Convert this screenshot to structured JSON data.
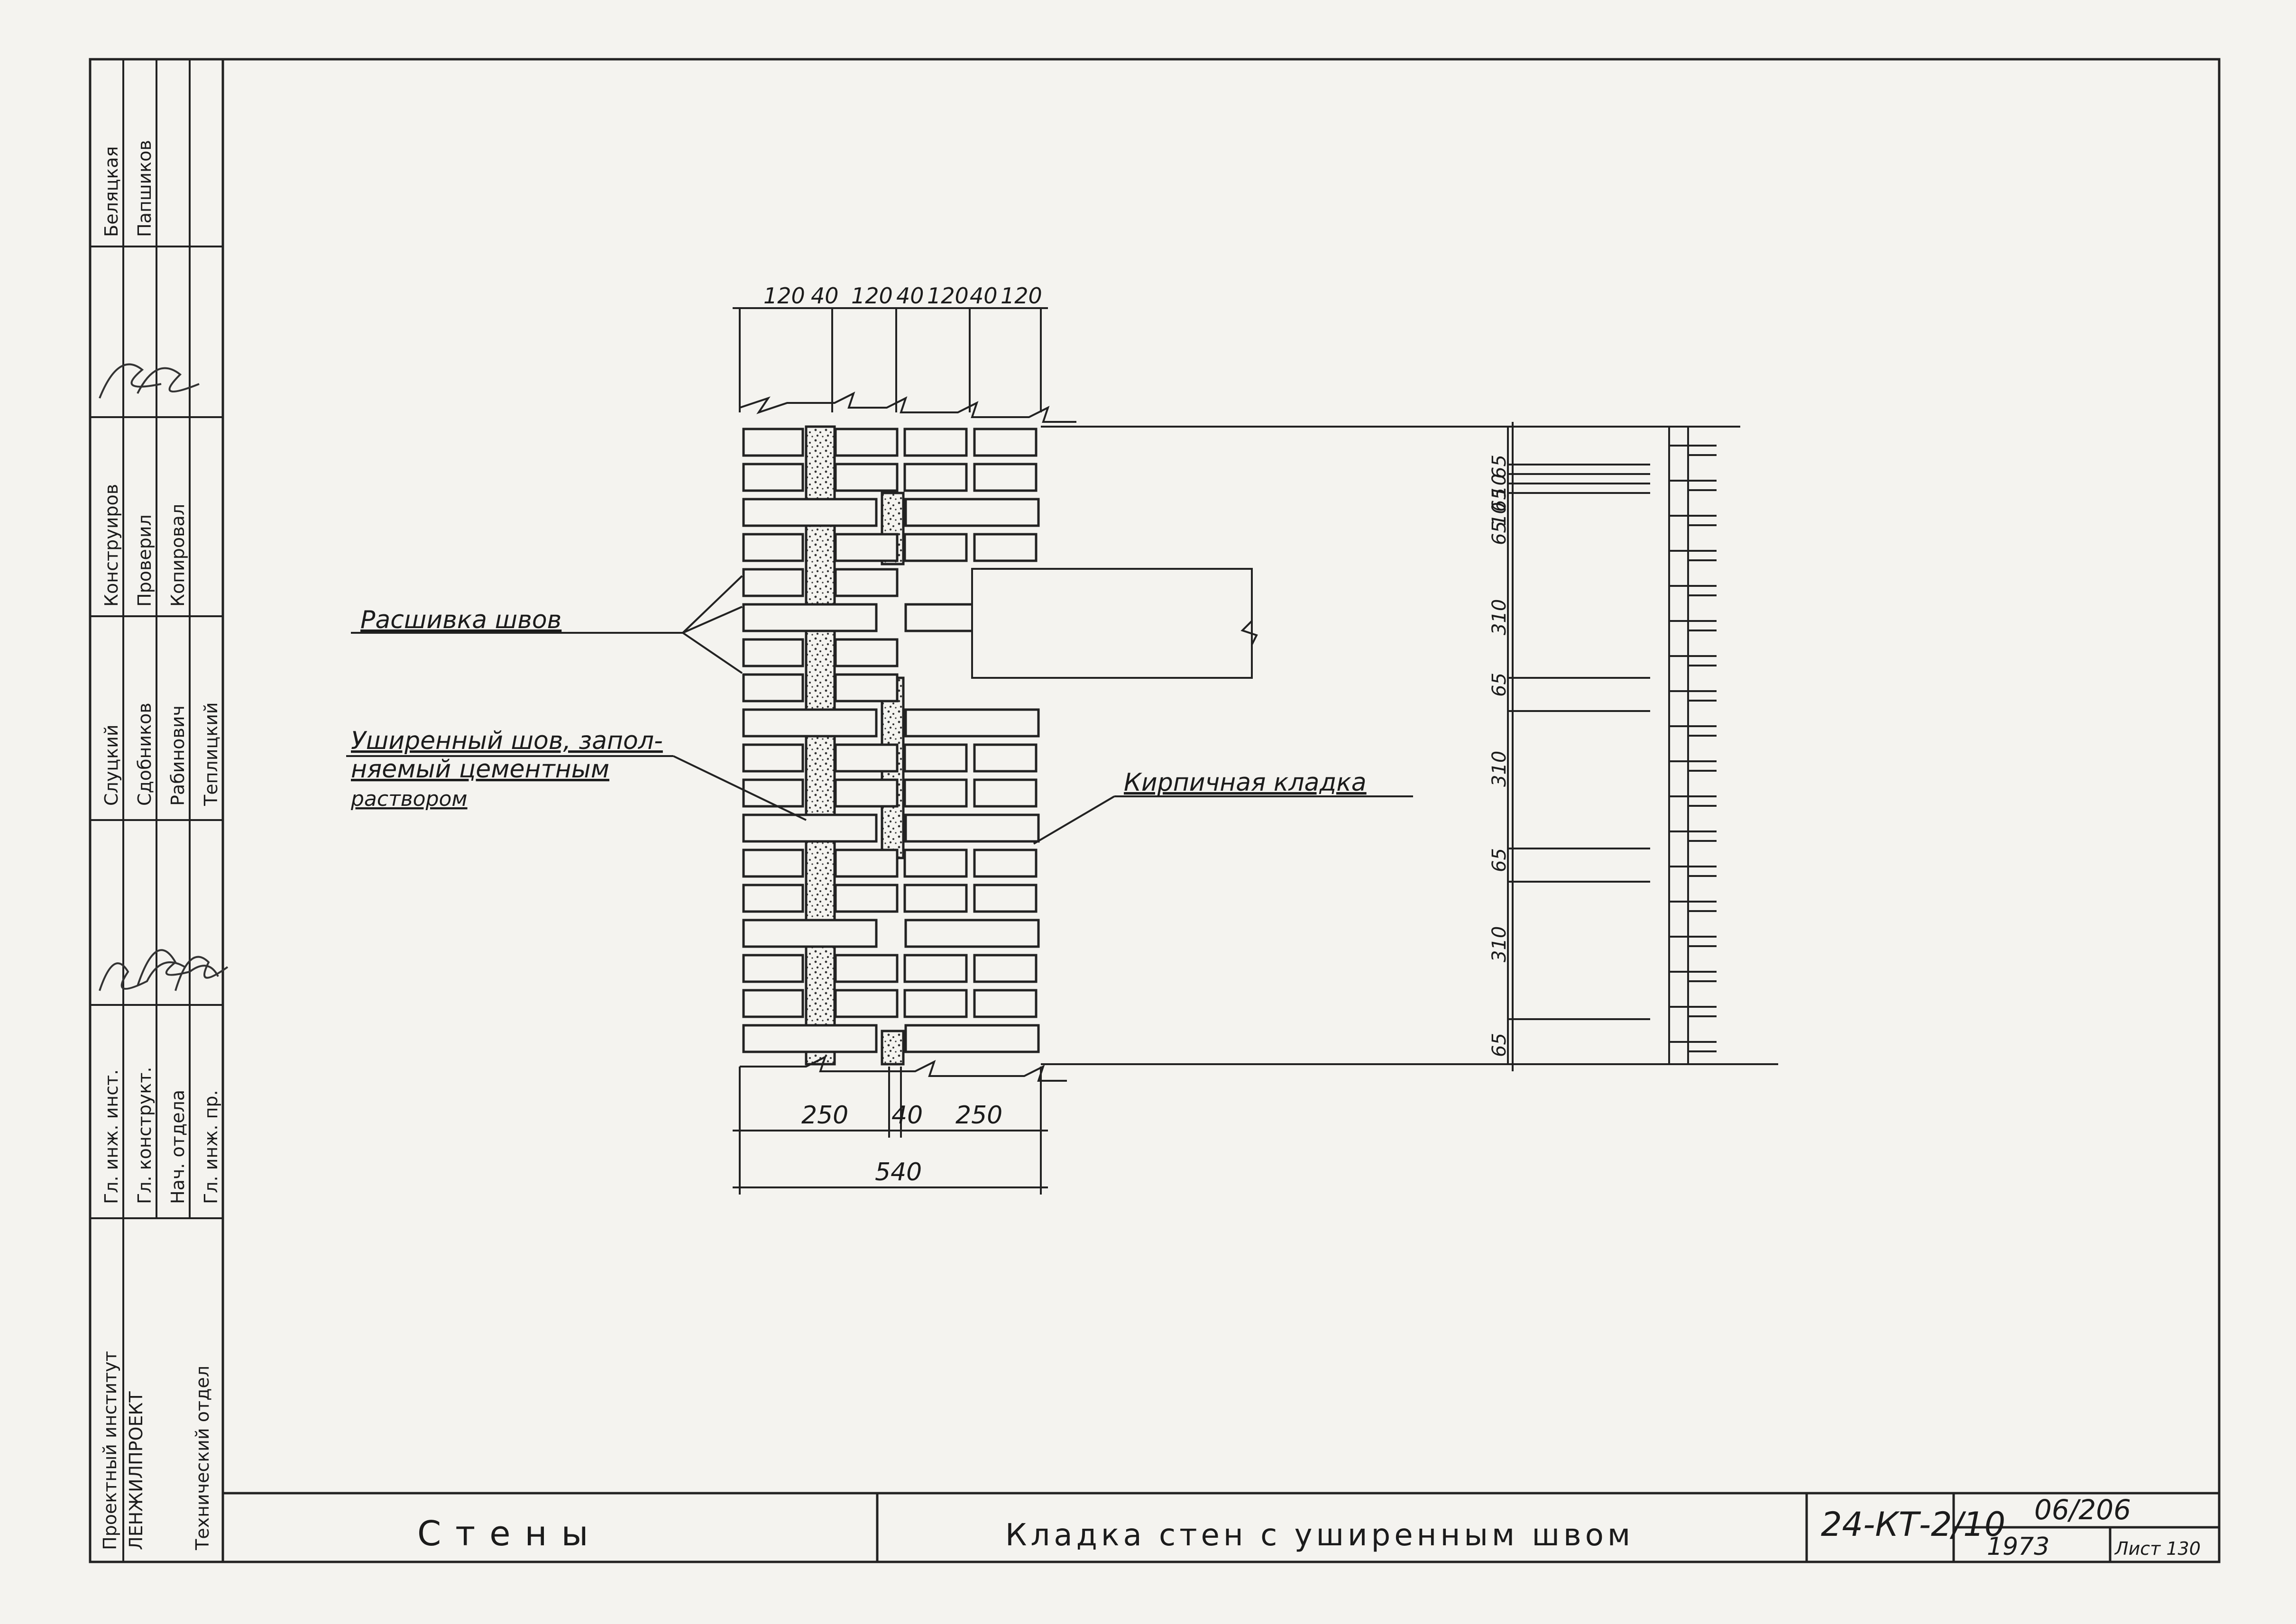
{
  "side_stamp": {
    "col1": [
      "Гл. инж. инст.",
      "Гл. конструкт.",
      "Нач. отдела",
      "Гл. инж. пр."
    ],
    "col2": [
      "Беляцкая",
      "Слуцкий",
      "Сдобников",
      "Рабинович",
      "Теплицкий"
    ],
    "col3": [
      "Конструиров",
      "Проверил",
      "Копировал"
    ],
    "col4": [
      "Папшиков"
    ],
    "institute_line1": "Проектный институт",
    "institute_line2": "ЛЕНЖИЛПРОЕКТ",
    "department": "Технический отдел"
  },
  "annotations": {
    "jointing": "Расшивка швов",
    "widened_joint_line1": "Уширенный шов, запол-",
    "widened_joint_line2": "няемый цементным",
    "widened_joint_line3": "раствором",
    "brickwork": "Кирпичная кладка"
  },
  "dimensions": {
    "top": [
      "120",
      "40",
      "120",
      "40",
      "120",
      "40",
      "120"
    ],
    "bottom_parts": [
      "250",
      "40",
      "250"
    ],
    "bottom_total": "540",
    "vertical": [
      "65",
      "10",
      "65",
      "10",
      "65",
      "310",
      "65",
      "310",
      "65",
      "310",
      "65"
    ]
  },
  "title_block": {
    "section": "Стены",
    "title": "Кладка стен с уширенным швом",
    "code": "24-КТ-2/10",
    "sheet_id": "06/206",
    "year": "1973",
    "sheet_label": "Лист 130"
  }
}
